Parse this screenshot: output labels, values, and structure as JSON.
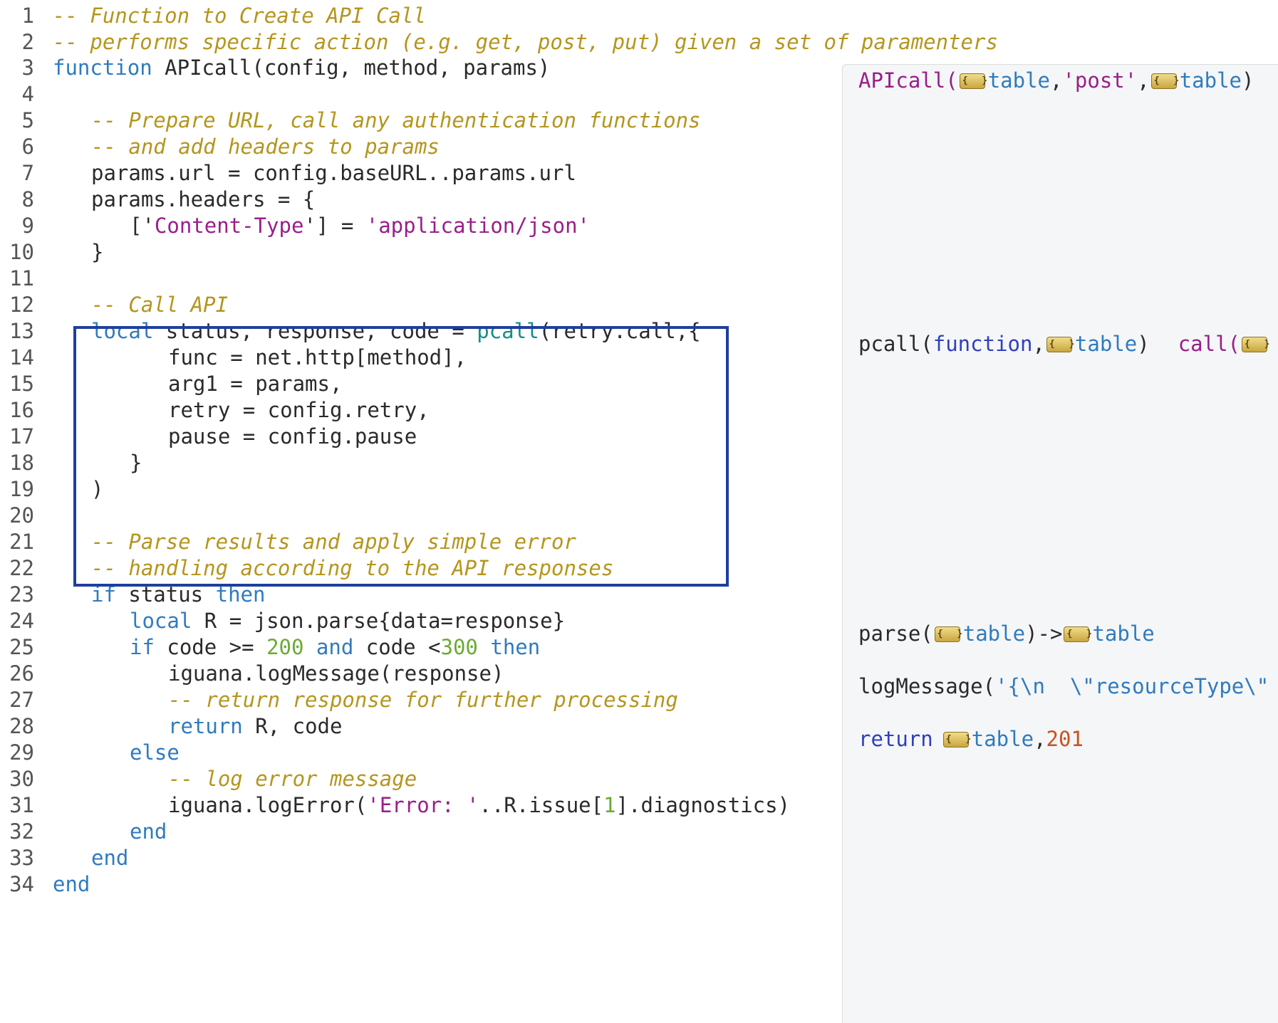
{
  "line_numbers": [
    "1",
    "2",
    "3",
    "4",
    "5",
    "6",
    "7",
    "8",
    "9",
    "10",
    "11",
    "12",
    "13",
    "14",
    "15",
    "16",
    "17",
    "18",
    "19",
    "20",
    "21",
    "22",
    "23",
    "24",
    "25",
    "26",
    "27",
    "28",
    "29",
    "30",
    "31",
    "32",
    "33",
    "34"
  ],
  "code": {
    "l1": "-- Function to Create API Call",
    "l2": "-- performs specific action (e.g. get, post, put) given a set of paramenters",
    "l3_kw": "function",
    "l3_rest": " APIcall(config, method, params)",
    "l5": "-- Prepare URL, call any authentication functions",
    "l6": "-- and add headers to params",
    "l7": "params.url = config.baseURL..params.url",
    "l8": "params.headers = {",
    "l9_open": "['",
    "l9_key": "Content-Type",
    "l9_mid": "'] = ",
    "l9_val": "'application/json'",
    "l10": "}",
    "l12": "-- Call API",
    "l13_kw": "local",
    "l13_mid": " status, response, code = ",
    "l13_fn": "pcall",
    "l13_rest": "(retry.call,{",
    "l14": "func = net.http[method],",
    "l15": "arg1 = params,",
    "l16": "retry = config.retry,",
    "l17": "pause = config.pause",
    "l18": "}",
    "l19": ")",
    "l21": "-- Parse results and apply simple error",
    "l22": "-- handling according to the API responses",
    "l23_if": "if",
    "l23_mid": " status ",
    "l23_then": "then",
    "l24_kw": "local",
    "l24_rest": " R = json.parse{data=response}",
    "l25_if": "if",
    "l25_a": " code >= ",
    "l25_n1": "200",
    "l25_and": " and",
    "l25_b": " code <",
    "l25_n2": "300",
    "l25_then": " then",
    "l26": "iguana.logMessage(response)",
    "l27": "-- return response for further processing",
    "l28_kw": "return",
    "l28_rest": " R, code",
    "l29": "else",
    "l30": "-- log error message",
    "l31_a": "iguana.logError(",
    "l31_s": "'Error: '",
    "l31_b": "..R.issue[",
    "l31_n": "1",
    "l31_c": "].diagnostics)",
    "l32": "end",
    "l33": "end",
    "l34": "end"
  },
  "annotations": {
    "a1_fn": "APIcall(",
    "a1_t1": "table",
    "a1_sep1": ",",
    "a1_post": "'post'",
    "a1_sep2": ",",
    "a1_t2": "table",
    "a1_close": ")",
    "a2_fn": "pcall(",
    "a2_kw": "function",
    "a2_sep": ",",
    "a2_t": "table",
    "a2_close": ")",
    "a2_call": "call(",
    "a3_fn": "parse(",
    "a3_t1": "table",
    "a3_arrow": ")->",
    "a3_t2": "table",
    "a4_fn": "logMessage(",
    "a4_str": "'{\\n  \\\"resourceType\\\"",
    "a5_kw": "return",
    "a5_t": "table",
    "a5_sep": ",",
    "a5_num": "201"
  },
  "icons": {
    "table_icon": "table-icon"
  },
  "colors": {
    "keyword": "#2f7bbf",
    "comment": "#b5951d",
    "string": "#9a1e8a",
    "number": "#6aab33",
    "builtin": "#138f88",
    "highlight_border": "#1e3f9c",
    "annotation_bg": "#f5f6f7"
  }
}
